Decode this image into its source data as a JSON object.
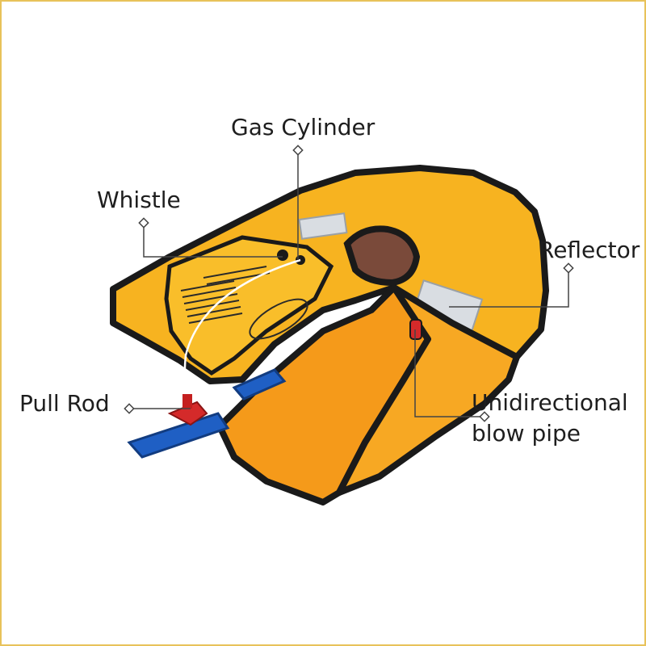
{
  "labels": {
    "gas_cylinder": "Gas Cylinder",
    "whistle": "Whistle",
    "reflector": "Reflector",
    "pull_rod": "Pull Rod",
    "unidirectional_line1": "Unidirectional",
    "unidirectional_line2": "blow pipe"
  },
  "colors": {
    "vest_yellow": "#f7b320",
    "vest_orange": "#f59a1a",
    "trim": "#1a1a1a",
    "strap": "#1f5fc4",
    "pull_rod": "#d42a2a",
    "reflector": "#d9dde2",
    "frame": "#e8c25a"
  },
  "icons": [
    "leader-line-diamond-marker"
  ]
}
